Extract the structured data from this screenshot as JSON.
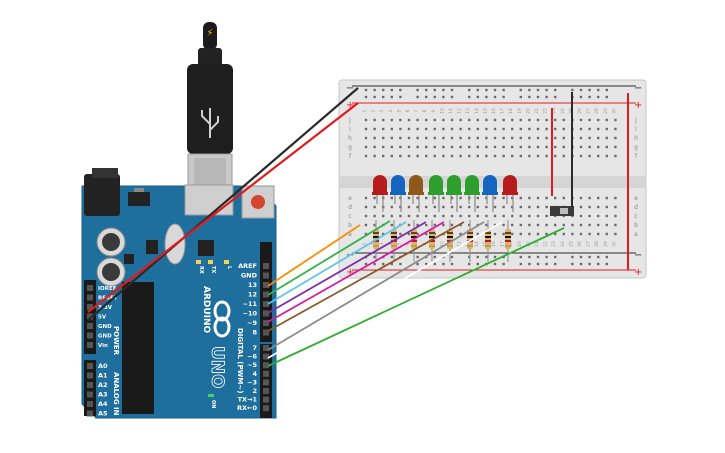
{
  "arduino": {
    "brand": "ARDUINO",
    "model": "UNO",
    "on_label": "ON",
    "tx_label": "TX",
    "rx_label": "RX",
    "l_label": "L",
    "digital_header": "DIGITAL (PWM~)",
    "power_header": "POWER",
    "analog_header": "ANALOG IN",
    "top_pins": [
      "AREF",
      "GND",
      "13",
      "12",
      "~11",
      "~10",
      "~9",
      "8"
    ],
    "bottom_pins": [
      "7",
      "~6",
      "~5",
      "4",
      "~3",
      "2",
      "TX→1",
      "RX←0"
    ],
    "power_pins": [
      "IOREF",
      "RESET",
      "3.3V",
      "5V",
      "GND",
      "GND",
      "Vin"
    ],
    "analog_pins": [
      "A0",
      "A1",
      "A2",
      "A3",
      "A4",
      "A5"
    ]
  },
  "breadboard": {
    "rail_minus": "−",
    "rail_plus": "+",
    "top_rows": [
      "j",
      "i",
      "h",
      "g",
      "f"
    ],
    "bottom_rows": [
      "e",
      "d",
      "c",
      "b",
      "a"
    ],
    "column_numbers": [
      "1",
      "2",
      "3",
      "4",
      "5",
      "6",
      "7",
      "8",
      "9",
      "10",
      "11",
      "12",
      "13",
      "14",
      "15",
      "16",
      "17",
      "18",
      "19",
      "20",
      "21",
      "22",
      "23",
      "24",
      "25",
      "26",
      "27",
      "28",
      "29",
      "30"
    ]
  },
  "leds": [
    {
      "color": "#b71c1c"
    },
    {
      "color": "#1565c0"
    },
    {
      "color": "#8d5a1b"
    },
    {
      "color": "#2e9e2e"
    },
    {
      "color": "#2e9e2e"
    },
    {
      "color": "#2e9e2e"
    },
    {
      "color": "#1565c0"
    },
    {
      "color": "#b71c1c"
    }
  ],
  "wires": [
    {
      "from": "13",
      "color": "#ff8a00"
    },
    {
      "from": "12",
      "color": "#33b24a"
    },
    {
      "from": "11",
      "color": "#5ec6e8"
    },
    {
      "from": "10",
      "color": "#7b2fa8"
    },
    {
      "from": "9",
      "color": "#d61aa6"
    },
    {
      "from": "8",
      "color": "#8a5a2b"
    },
    {
      "from": "7",
      "color": "#8c8c8c"
    },
    {
      "from": "6",
      "color": "#ffffff"
    },
    {
      "from": "5",
      "color": "#2fae2f"
    }
  ],
  "power_wires": {
    "gnd_color": "#2a2a2a",
    "vcc_color": "#e01b1b"
  },
  "usb_icon": "usb-icon",
  "board_color": "#1f6f9e"
}
